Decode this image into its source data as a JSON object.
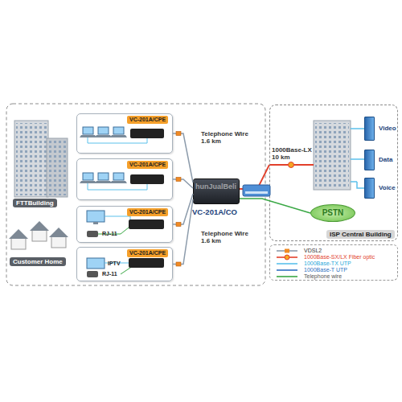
{
  "diagram": {
    "nodes": [
      {
        "text": [
          "VC-201A/CPE"
        ]
      },
      {
        "text": [
          "VC-201A/CPE"
        ]
      },
      {
        "text": [
          "VC-201A/CPE",
          "RJ-11"
        ]
      },
      {
        "text": [
          "VC-201A/CPE",
          "IPTV",
          "RJ-11"
        ]
      },
      {
        "text": [
          "VC-201A/CO"
        ]
      },
      {
        "text": [
          "ISP Central Building"
        ]
      },
      {
        "text": [
          "Video"
        ],
        "in": 5
      },
      {
        "text": [
          "Data"
        ],
        "in": 5
      },
      {
        "text": [
          "Voice"
        ],
        "in": 5
      },
      {
        "text": [
          "PSTN"
        ],
        "in": 5
      }
    ],
    "edges": [
      {
        "from": 0,
        "to": 4,
        "arrow": "none",
        "label": "Telephone Wire 1.6 km"
      },
      {
        "from": 1,
        "to": 4,
        "arrow": "none"
      },
      {
        "from": 2,
        "to": 4,
        "arrow": "none"
      },
      {
        "from": 3,
        "to": 4,
        "arrow": "none",
        "label": "Telephone Wire 1.6 km"
      },
      {
        "from": 4,
        "to": 5,
        "arrow": "none",
        "label": "1000Base-LX 10 km"
      },
      {
        "from": 4,
        "to": 9,
        "arrow": "none"
      }
    ],
    "labels": [
      "FTTBuilding",
      "Customer Home",
      "hunJualBeli"
    ],
    "legend": [
      {
        "text": "VDSL2"
      },
      {
        "text": "1000Base-SX/LX Fiber optic"
      },
      {
        "text": "1000Base-TX UTP"
      },
      {
        "text": "1000Base-T UTP"
      },
      {
        "text": "Telephone wire"
      }
    ]
  }
}
